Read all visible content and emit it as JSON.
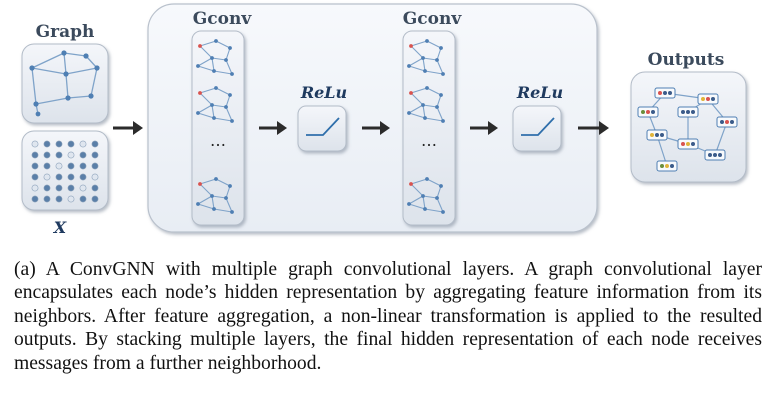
{
  "diagram": {
    "graph_label": "Graph",
    "x_label": "X",
    "gconv_label_1": "Gconv",
    "gconv_label_2": "Gconv",
    "relu_label_1": "ReLu",
    "relu_label_2": "ReLu",
    "outputs_label": "Outputs",
    "ellipsis_1": "…",
    "ellipsis_2": "…"
  },
  "caption": "(a) A ConvGNN with multiple graph convolutional layers. A graph convolutional layer encapsulates each node’s hidden representation by aggregating feature information from its neighbors. After feature aggregation, a non-linear transformation is applied to the resulted outputs. By stacking multiple layers, the final hidden representation of each node receives messages from a further neighborhood."
}
